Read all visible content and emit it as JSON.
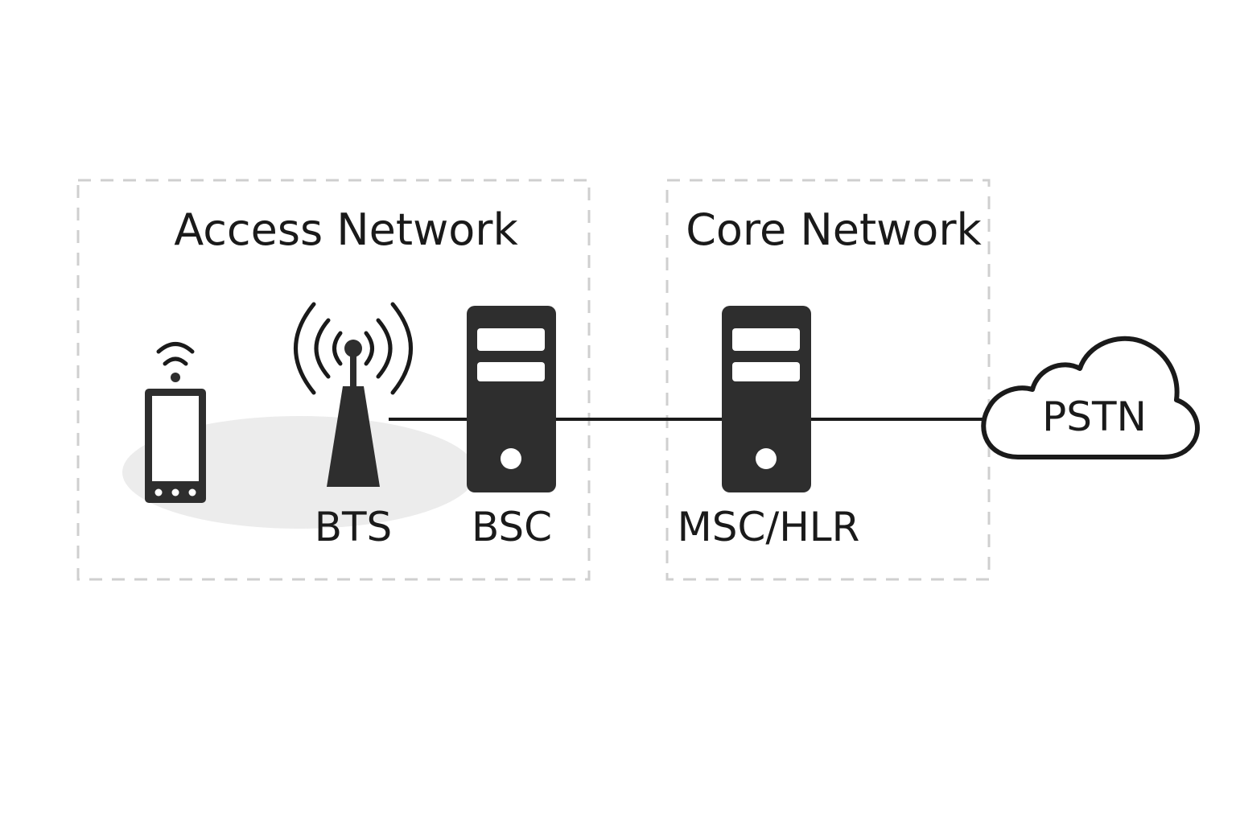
{
  "groups": {
    "access": {
      "title": "Access Network"
    },
    "core": {
      "title": "Core Network"
    }
  },
  "nodes": {
    "mobile": {
      "icon": "mobile-phone-icon"
    },
    "bts": {
      "label": "BTS",
      "icon": "antenna-tower-icon"
    },
    "bsc": {
      "label": "BSC",
      "icon": "server-icon"
    },
    "msc": {
      "label": "MSC/HLR",
      "icon": "server-icon"
    },
    "pstn": {
      "label": "PSTN",
      "icon": "cloud-icon"
    }
  },
  "colors": {
    "icon_fill": "#2e2e2e",
    "group_border": "#cfcfcf",
    "coverage_area": "#ececec",
    "link": "#1a1a1a"
  }
}
